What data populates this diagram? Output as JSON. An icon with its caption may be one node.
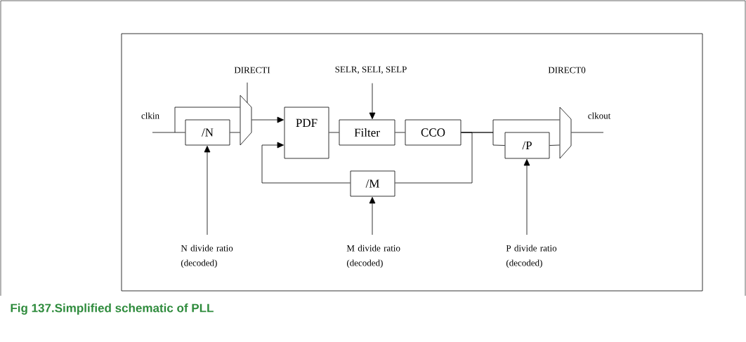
{
  "diagram": {
    "caption": "Fig 137.Simplified schematic of PLL",
    "nodes": [
      {
        "text": [
          "DIRECTI"
        ]
      },
      {
        "text": [
          "SELR, SELI, SELP"
        ]
      },
      {
        "text": [
          "DIRECT0"
        ]
      },
      {
        "text": [
          "/N"
        ]
      },
      {
        "text": [],
        "shape": "trapezoid"
      },
      {
        "text": [
          "PDF"
        ]
      },
      {
        "text": [
          "Filter"
        ]
      },
      {
        "text": [
          "CCO"
        ]
      },
      {
        "text": [
          "/P"
        ]
      },
      {
        "text": [],
        "shape": "trapezoid"
      },
      {
        "text": [
          "/M"
        ]
      },
      {
        "text": [
          "N divide ratio (decoded)"
        ]
      },
      {
        "text": [
          "M divide ratio (decoded)"
        ]
      },
      {
        "text": [
          "P divide ratio (decoded)"
        ]
      }
    ],
    "edges": [
      {
        "from": null,
        "to": 3,
        "arrow": "none"
      },
      {
        "from": null,
        "to": 4,
        "arrow": "none"
      },
      {
        "from": 3,
        "to": 4,
        "arrow": "none"
      },
      {
        "from": 0,
        "to": 4,
        "arrow": "none"
      },
      {
        "from": 4,
        "to": 5,
        "arrow": "to"
      },
      {
        "from": 5,
        "to": 6,
        "arrow": "none"
      },
      {
        "from": 1,
        "to": 6,
        "arrow": "to"
      },
      {
        "from": 6,
        "to": 7,
        "arrow": "none"
      },
      {
        "from": 7,
        "to": 9,
        "arrow": "none"
      },
      {
        "from": 7,
        "to": 8,
        "arrow": "none"
      },
      {
        "from": 8,
        "to": 9,
        "arrow": "none"
      },
      {
        "from": 9,
        "to": null,
        "arrow": "none"
      },
      {
        "from": 7,
        "to": 10,
        "arrow": "none"
      },
      {
        "from": 10,
        "to": 5,
        "arrow": "to"
      },
      {
        "from": 11,
        "to": 3,
        "arrow": "to"
      },
      {
        "from": 12,
        "to": 10,
        "arrow": "to"
      },
      {
        "from": 13,
        "to": 8,
        "arrow": "to"
      }
    ],
    "labels": [
      "clkin",
      "clkout"
    ]
  }
}
